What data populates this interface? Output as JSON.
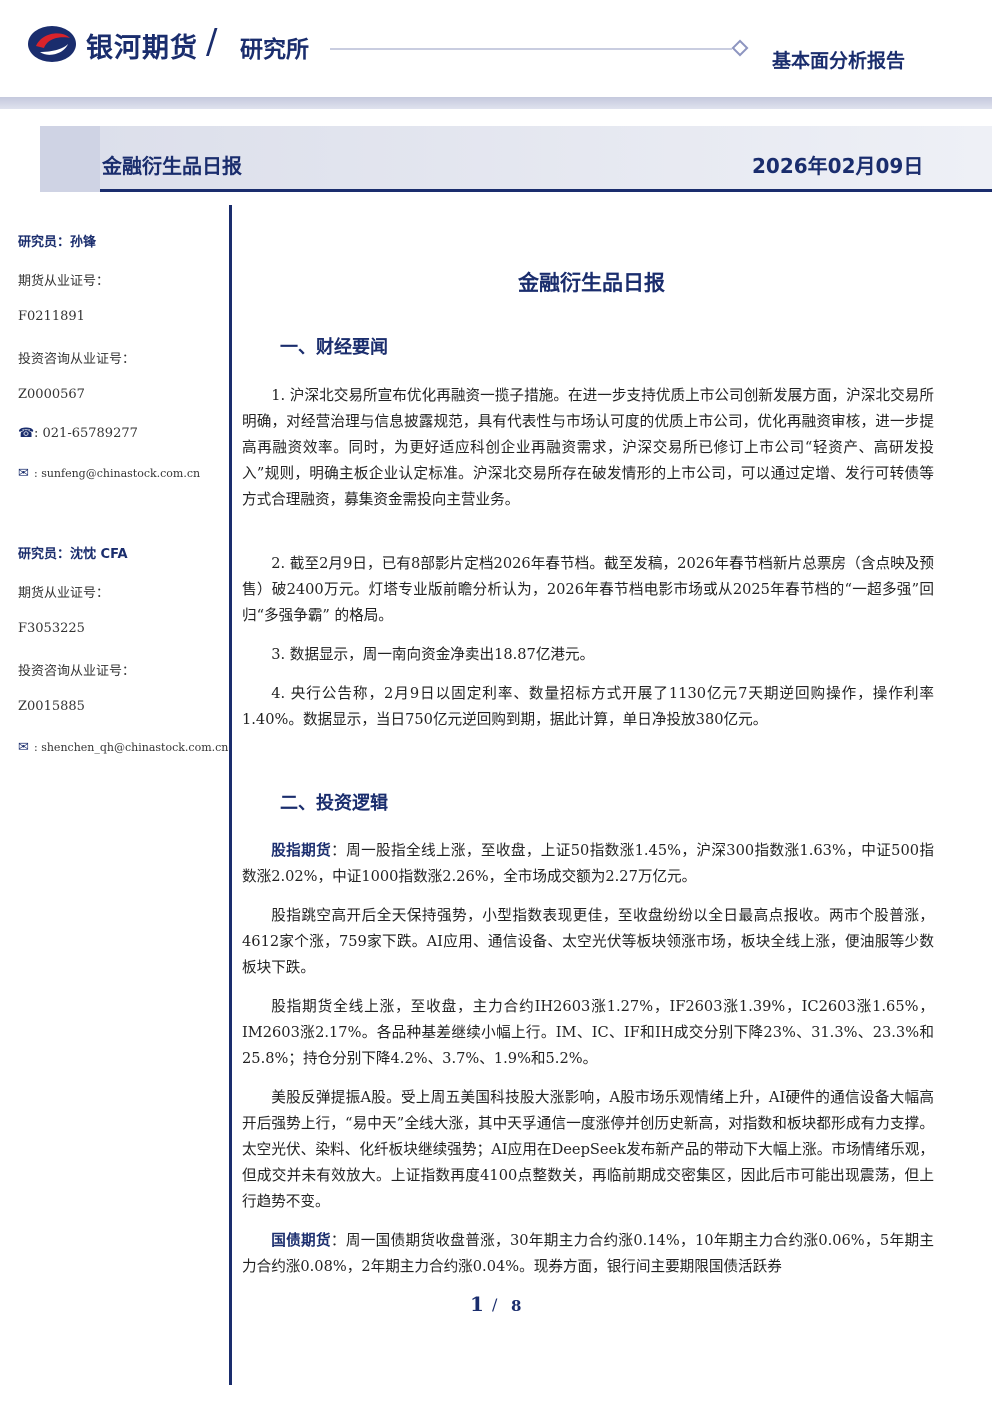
{
  "header": {
    "brand": "银河期货",
    "slash": "/",
    "institute": "研究所",
    "report_type": "基本面分析报告",
    "brand_color": "#1a2d6d",
    "logo_accent_color": "#d9232b"
  },
  "title_band": {
    "title": "金融衍生品日报",
    "date": "2026年02月09日"
  },
  "sidebar": {
    "researcher1": {
      "label": "研究员：孙锋",
      "futures_cert_label": "期货从业证号：",
      "futures_cert": "F0211891",
      "consult_cert_label": "投资咨询从业证号：",
      "consult_cert": "Z0000567",
      "phone": "021-65789277",
      "email": "sunfeng@chinastock.com.cn"
    },
    "researcher2": {
      "label": "研究员：沈忱 CFA",
      "futures_cert_label": "期货从业证号：",
      "futures_cert": "F3053225",
      "consult_cert_label": "投资咨询从业证号：",
      "consult_cert": "Z0015885",
      "email": "shenchen_qh@chinastock.com.cn"
    },
    "phone_icon": "phone-icon",
    "mail_icon": "mail-icon"
  },
  "main": {
    "doc_title": "金融衍生品日报",
    "section1_title": "一、财经要闻",
    "news": [
      "1. 沪深北交易所宣布优化再融资一揽子措施。在进一步支持优质上市公司创新发展方面，沪深北交易所明确，对经营治理与信息披露规范，具有代表性与市场认可度的优质上市公司，优化再融资审核，进一步提高再融资效率。同时，为更好适应科创企业再融资需求，沪深交易所已修订上市公司“轻资产、高研发投入”规则，明确主板企业认定标准。沪深北交易所存在破发情形的上市公司，可以通过定增、发行可转债等方式合理融资，募集资金需投向主营业务。",
      "2. 截至2月9日，已有8部影片定档2026年春节档。截至发稿，2026年春节档新片总票房（含点映及预售）破2400万元。灯塔专业版前瞻分析认为，2026年春节档电影市场或从2025年春节档的“一超多强”回归“多强争霸” 的格局。",
      "3. 数据显示，周一南向资金净卖出18.87亿港元。",
      "4. 央行公告称，2月9日以固定利率、数量招标方式开展了1130亿元7天期逆回购操作，操作利率1.40%。数据显示，当日750亿元逆回购到期，据此计算，单日净投放380亿元。"
    ],
    "section2_title": "二、投资逻辑",
    "stock_lead": "股指期货",
    "stock_p1": "：周一股指全线上涨，至收盘，上证50指数涨1.45%，沪深300指数涨1.63%，中证500指数涨2.02%，中证1000指数涨2.26%，全市场成交额为2.27万亿元。",
    "stock_p2": "股指跳空高开后全天保持强势，小型指数表现更佳，至收盘纷纷以全日最高点报收。两市个股普涨，4612家个涨，759家下跌。AI应用、通信设备、太空光伏等板块领涨市场，板块全线上涨，便油服等少数板块下跌。",
    "stock_p3": "股指期货全线上涨，至收盘，主力合约IH2603涨1.27%，IF2603涨1.39%，IC2603涨1.65%，IM2603涨2.17%。各品种基差继续小幅上行。IM、IC、IF和IH成交分别下降23%、31.3%、23.3%和25.8%；持仓分别下降4.2%、3.7%、1.9%和5.2%。",
    "stock_p4": "美股反弹提振A股。受上周五美国科技股大涨影响，A股市场乐观情绪上升，AI硬件的通信设备大幅高开后强势上行，“易中天”全线大涨，其中天孚通信一度涨停并创历史新高，对指数和板块都形成有力支撑。太空光伏、染料、化纤板块继续强势；AI应用在DeepSeek发布新产品的带动下大幅上涨。市场情绪乐观，但成交并未有效放大。上证指数再度4100点整数关，再临前期成交密集区，因此后市可能出现震荡，但上行趋势不变。",
    "bond_lead": "国债期货",
    "bond_p1": "：周一国债期货收盘普涨，30年期主力合约涨0.14%，10年期主力合约涨0.06%，5年期主力合约涨0.08%，2年期主力合约涨0.04%。现券方面，银行间主要期限国债活跃券"
  },
  "footer": {
    "page": "1",
    "sep": "/",
    "total": "8"
  }
}
